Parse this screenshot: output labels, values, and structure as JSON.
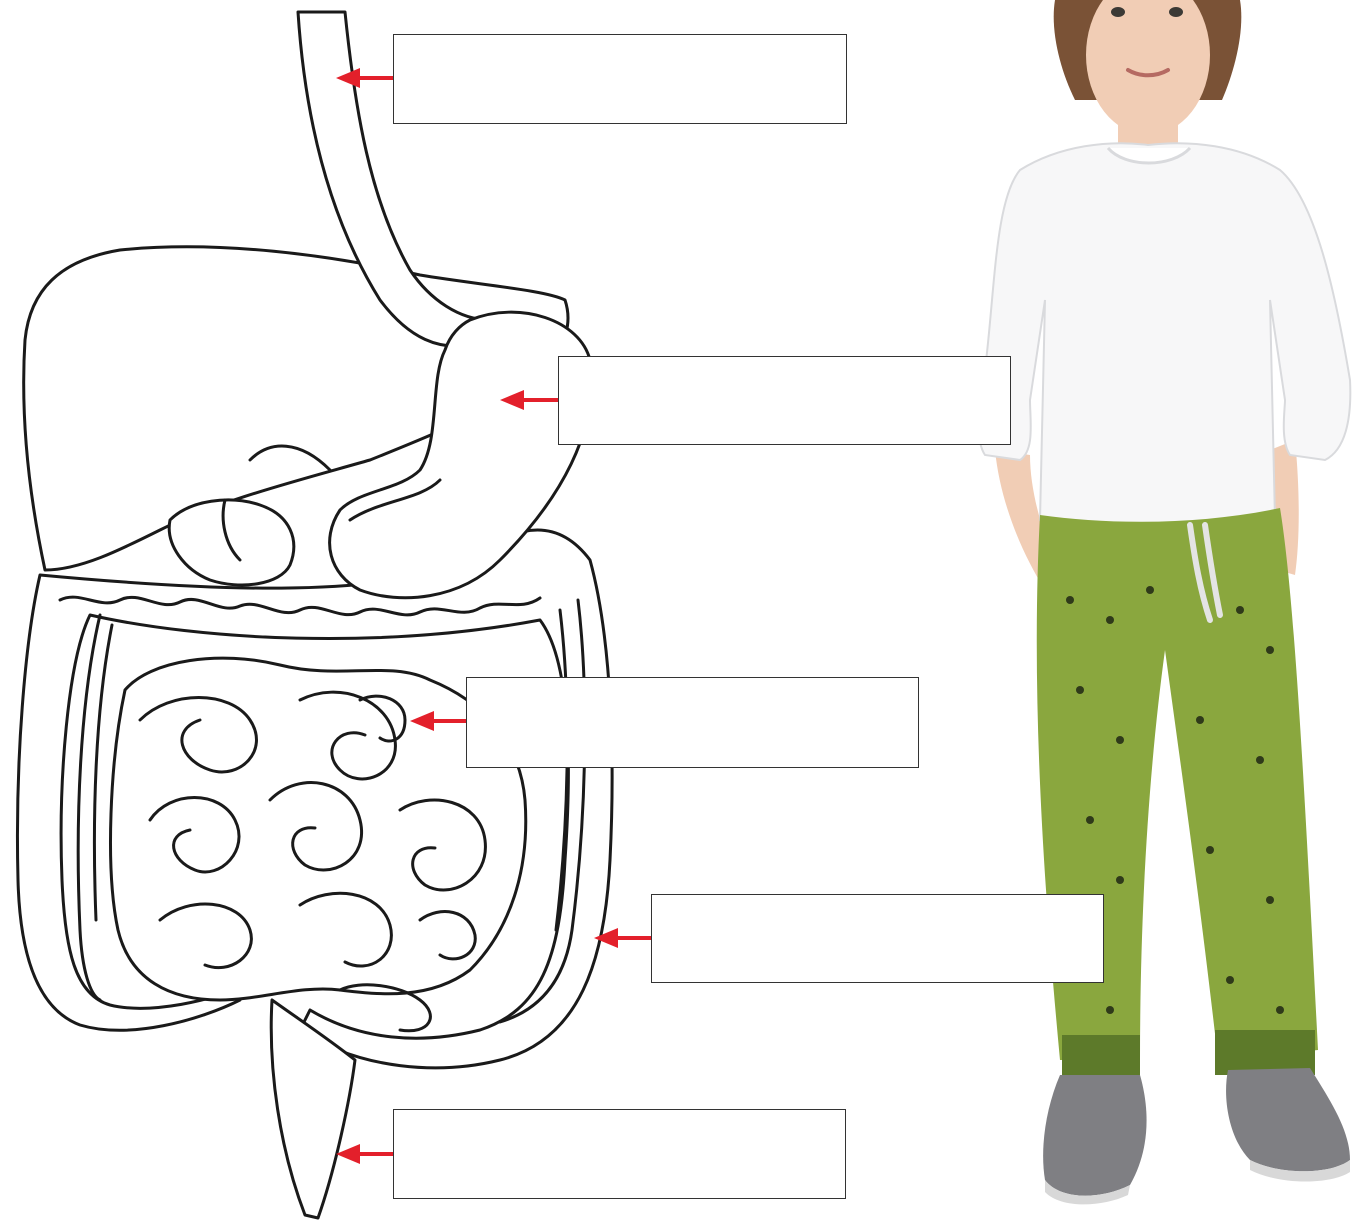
{
  "diagram": {
    "labels": [
      {
        "id": "label-esophagus",
        "text": ""
      },
      {
        "id": "label-stomach",
        "text": ""
      },
      {
        "id": "label-small-intestine",
        "text": ""
      },
      {
        "id": "label-large-intestine",
        "text": ""
      },
      {
        "id": "label-rectum",
        "text": ""
      }
    ],
    "arrow_color": "#e3202b"
  },
  "photo": {
    "subject": "child-standing",
    "colors": {
      "shirt": "#f7f7f8",
      "pants": "#8aa73e",
      "shoes": "#7f7f83"
    }
  }
}
